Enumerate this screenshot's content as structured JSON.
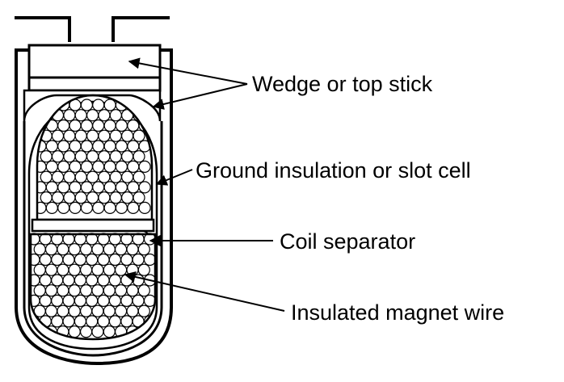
{
  "labels": {
    "wedge": "Wedge or top stick",
    "ground": "Ground insulation or slot cell",
    "separator": "Coil separator",
    "magnet_wire": "Insulated magnet wire"
  },
  "colors": {
    "ink": "#000000",
    "fill": "#ffffff",
    "background": "#ffffff"
  },
  "icons": {
    "arrowhead": "arrowhead-icon"
  }
}
